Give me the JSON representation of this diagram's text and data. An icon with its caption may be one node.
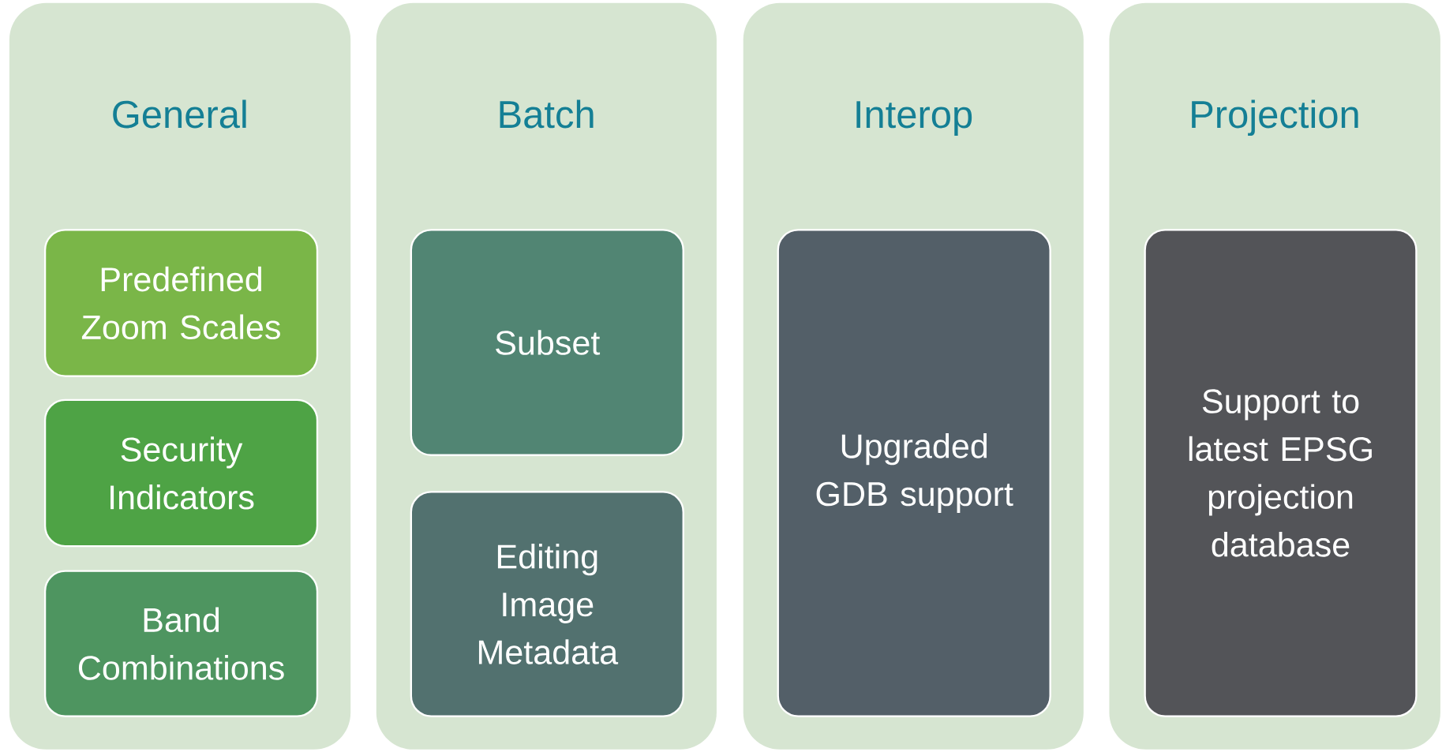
{
  "diagram": {
    "nodes": [
      {
        "text": [
          "General"
        ]
      },
      {
        "text": [
          "Predefined Zoom Scales"
        ],
        "in": 0
      },
      {
        "text": [
          "Security Indicators"
        ],
        "in": 0
      },
      {
        "text": [
          "Band Combinations"
        ],
        "in": 0
      },
      {
        "text": [
          "Batch"
        ]
      },
      {
        "text": [
          "Subset"
        ],
        "in": 4
      },
      {
        "text": [
          "Editing Image Metadata"
        ],
        "in": 4
      },
      {
        "text": [
          "Interop"
        ]
      },
      {
        "text": [
          "Upgraded GDB support"
        ],
        "in": 7
      },
      {
        "text": [
          "Projection"
        ]
      },
      {
        "text": [
          "Support to latest EPSG projection database"
        ],
        "in": 9
      }
    ]
  }
}
